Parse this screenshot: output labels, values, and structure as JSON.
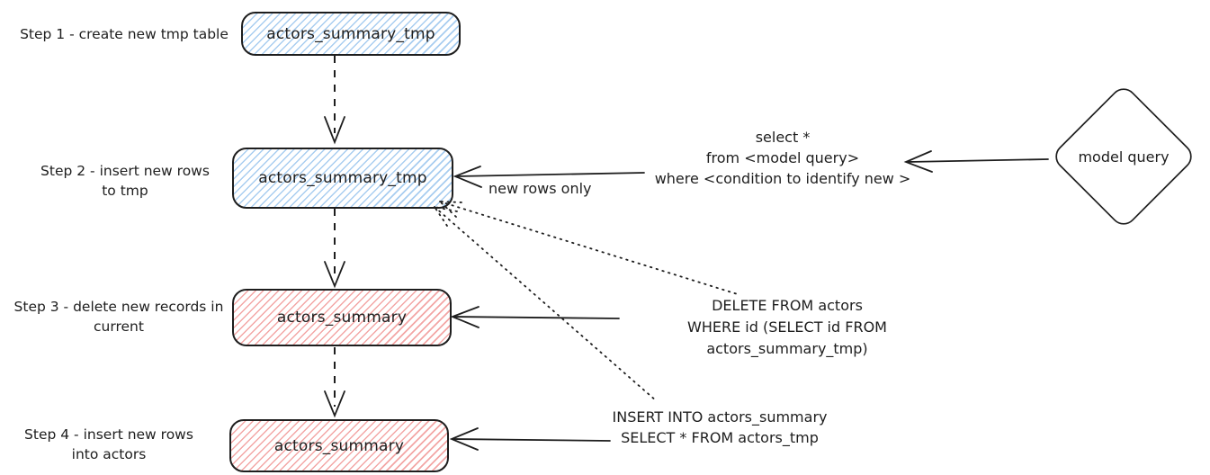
{
  "steps": [
    {
      "label": "Step 1 - create new tmp table",
      "node": "actors_summary_tmp"
    },
    {
      "label": "Step 2 - insert new rows\nto tmp",
      "node": "actors_summary_tmp"
    },
    {
      "label": "Step 3 - delete new records in\ncurrent",
      "node": "actors_summary"
    },
    {
      "label": "Step 4 - insert new rows\ninto actors",
      "node": "actors_summary"
    }
  ],
  "nodes": {
    "model_query": {
      "label": "model query"
    }
  },
  "annotations": {
    "model_query_sql": "select *\nfrom <model query>\nwhere <condition to identify new >",
    "new_rows_only_label": "new rows only",
    "delete_sql": "DELETE FROM actors\nWHERE id (SELECT id FROM actors_summary_tmp)",
    "insert_sql": "INSERT INTO actors_summary\nSELECT * FROM actors_tmp"
  },
  "colors": {
    "stroke": "#1e1e1e",
    "blue_hatch": "#a8cdf0",
    "red_hatch": "#f3a6a5",
    "background": "#ffffff"
  }
}
